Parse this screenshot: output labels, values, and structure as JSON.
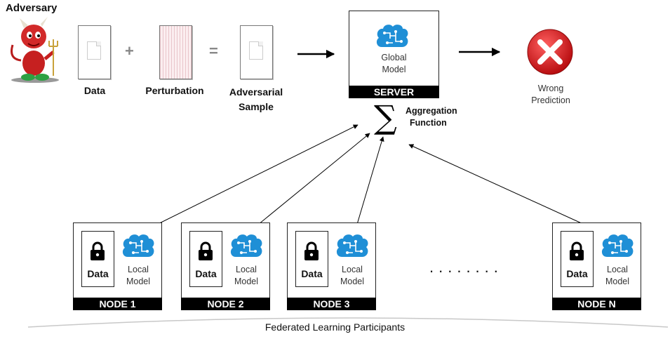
{
  "adversary": {
    "title": "Adversary",
    "data_label": "Data",
    "plus": "+",
    "perturbation_label": "Perturbation",
    "equals": "=",
    "adversarial_label_1": "Adversarial",
    "adversarial_label_2": "Sample"
  },
  "server": {
    "model_line1": "Global",
    "model_line2": "Model",
    "bar_label": "SERVER",
    "aggregation_line1": "Aggregation",
    "aggregation_line2": "Function",
    "sigma": "∑"
  },
  "output": {
    "line1": "Wrong",
    "line2": "Prediction"
  },
  "nodes": [
    {
      "data_label": "Data",
      "model_line1": "Local",
      "model_line2": "Model",
      "bar_label": "NODE 1"
    },
    {
      "data_label": "Data",
      "model_line1": "Local",
      "model_line2": "Model",
      "bar_label": "NODE 2"
    },
    {
      "data_label": "Data",
      "model_line1": "Local",
      "model_line2": "Model",
      "bar_label": "NODE 3"
    },
    {
      "data_label": "Data",
      "model_line1": "Local",
      "model_line2": "Model",
      "bar_label": "NODE N"
    }
  ],
  "ellipsis": "........",
  "footer": "Federated Learning Participants",
  "colors": {
    "brain": "#1f8fd6",
    "wrong": "#d7191c",
    "bar": "#000000"
  },
  "icons": {
    "adversary": "devil-mascot-icon",
    "model": "brain-circuit-icon",
    "data": "lock-icon",
    "wrong": "x-circle-icon"
  }
}
